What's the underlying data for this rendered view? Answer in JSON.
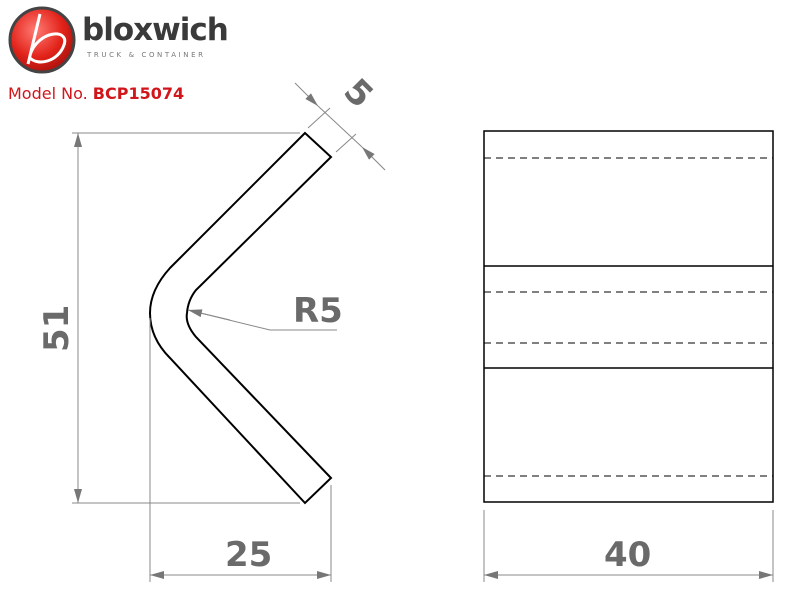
{
  "logo": {
    "brand": "bloxwich",
    "tagline": "TRUCK & CONTAINER",
    "letter": "b"
  },
  "model": {
    "label": "Model No.",
    "number": "BCP15074"
  },
  "dimensions": {
    "thickness": "5",
    "height": "51",
    "radius": "R5",
    "width": "25",
    "length": "40"
  },
  "colors": {
    "accent": "#d0161b",
    "dimension": "#6a6a6a"
  }
}
